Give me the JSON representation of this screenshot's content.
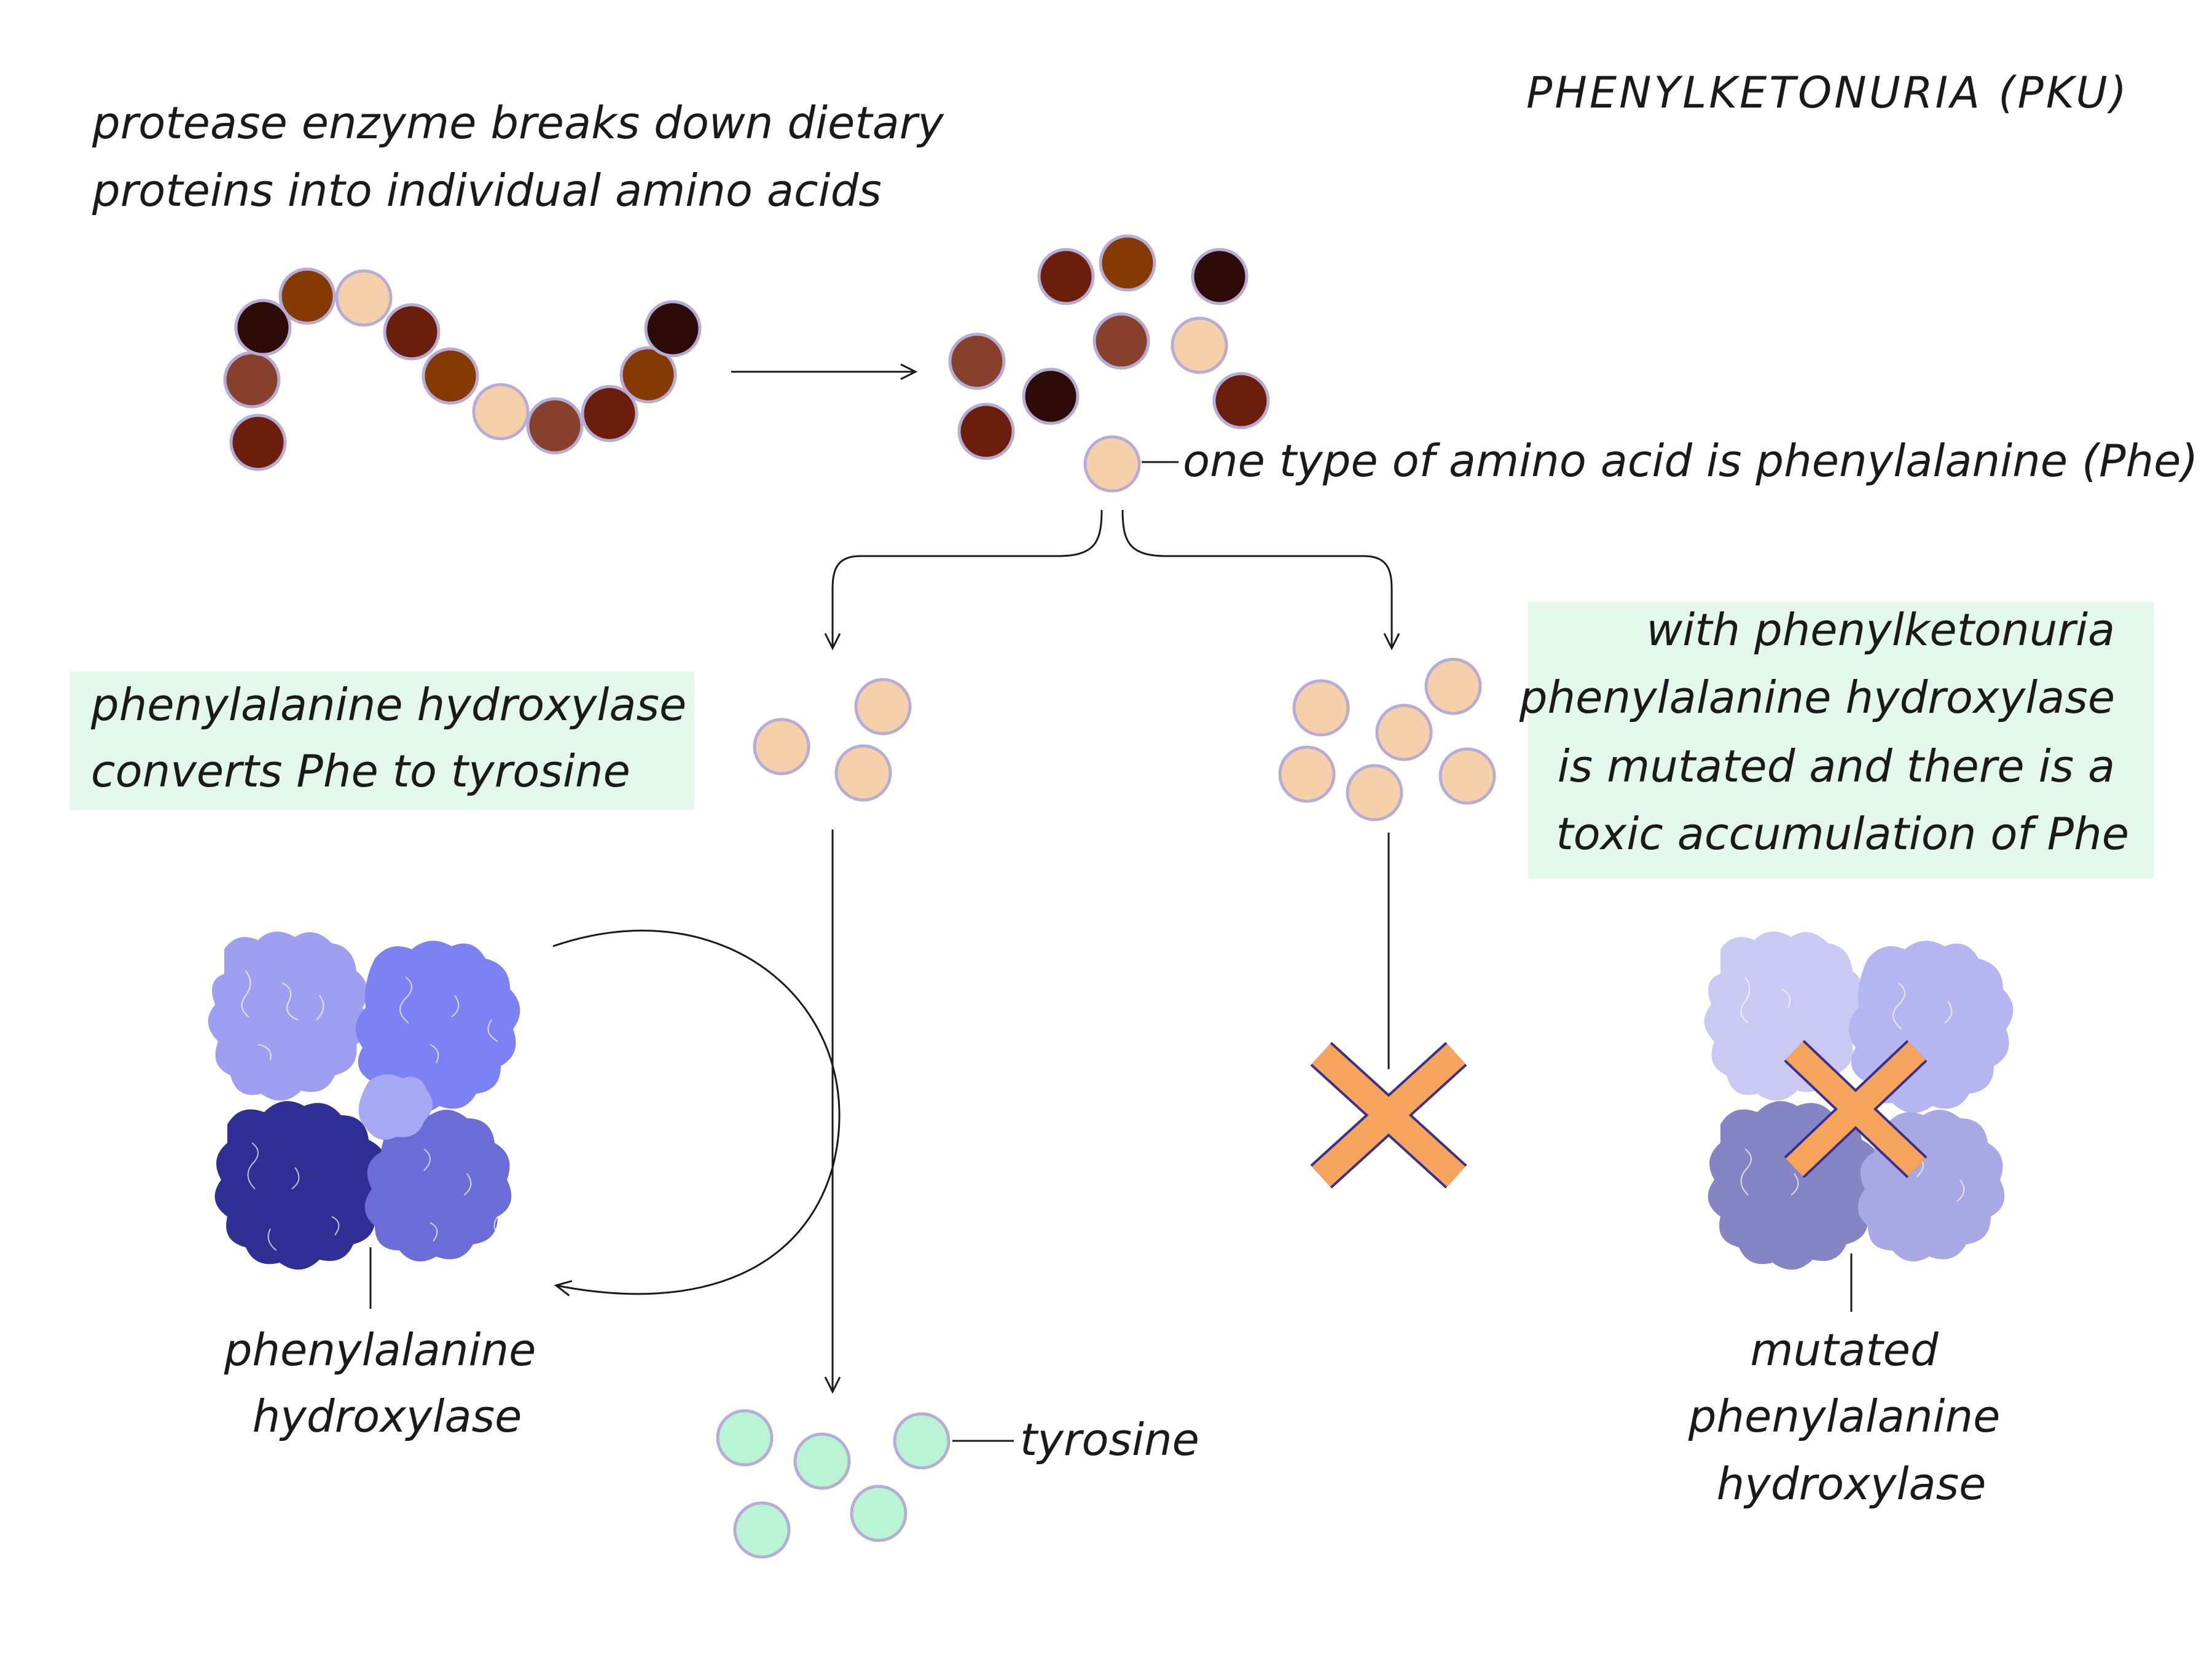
{
  "title": "PHENYLKETONURIA (PKU)",
  "protease_caption": [
    "protease enzyme breaks down dietary",
    "proteins into individual amino acids"
  ],
  "phe_label": "one type of amino acid is phenylalanine (Phe)",
  "normal_note": [
    "phenylalanine hydroxylase",
    "converts Phe to tyrosine"
  ],
  "pku_note": [
    "with phenylketonuria",
    "phenylalanine hydroxylase",
    "is mutated and there is a",
    "toxic accumulation of Phe"
  ],
  "enzyme_label": [
    "phenylalanine",
    "hydroxylase"
  ],
  "mutated_enzyme_label": [
    "mutated",
    "phenylalanine",
    "hydroxylase"
  ],
  "tyrosine_label": "tyrosine",
  "colors": {
    "phe": "#f6d0aa",
    "tyrosine": "#b9f4d5",
    "bead_outline": "#b7acd6",
    "amino_dark": "#2d0b08",
    "amino_red": "#6b1e0c",
    "amino_orange": "#853a04",
    "amino_brown": "#86402b",
    "block_x": "#f6a35e",
    "block_x_outline": "#3a2f8a",
    "note_background": "#e3f7ea"
  }
}
